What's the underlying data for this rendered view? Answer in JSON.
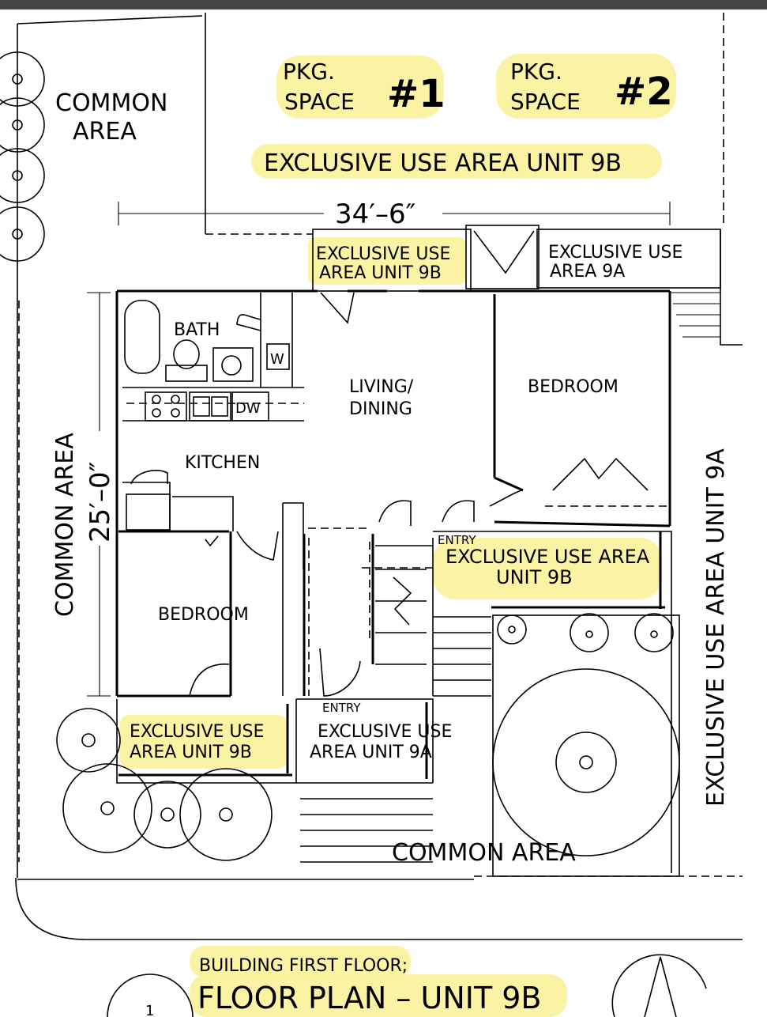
{
  "parking": {
    "space1_label": "PKG. SPACE",
    "space1_number": "#1",
    "space2_label": "PKG. SPACE",
    "space2_number": "#2",
    "exclusive_label": "EXCLUSIVE USE AREA UNIT 9B"
  },
  "dimensions": {
    "width": "34′–6″",
    "depth": "25′–0″"
  },
  "rooms": {
    "bath": "BATH",
    "washer": "W",
    "dishwasher": "DW",
    "living_dining": "LIVING/ DINING",
    "bedroom_right": "BEDROOM",
    "kitchen": "KITCHEN",
    "bedroom_left": "BEDROOM"
  },
  "areas": {
    "common_top_left": "COMMON AREA",
    "common_left": "COMMON AREA",
    "common_bottom": "COMMON AREA",
    "exclusive_9a_right": "EXCLUSIVE USE AREA UNIT 9A",
    "exclusive_9b_top_mid": "EXCLUSIVE USE AREA UNIT 9B",
    "exclusive_9a_top_right": "EXCLUSIVE USE AREA 9A",
    "exclusive_9b_entry": "EXCLUSIVE USE AREA UNIT 9B",
    "exclusive_9b_bottom_left": "EXCLUSIVE USE AREA UNIT 9B",
    "exclusive_9a_bottom": "EXCLUSIVE USE AREA UNIT 9A"
  },
  "labels": {
    "entry_right": "ENTRY",
    "entry_bottom": "ENTRY"
  },
  "title": {
    "line1": "BUILDING FIRST FLOOR;",
    "line2": "FLOOR PLAN – UNIT 9B",
    "tag": "1"
  },
  "colors": {
    "highlight": "#fbf29a",
    "lines": "#000000"
  }
}
